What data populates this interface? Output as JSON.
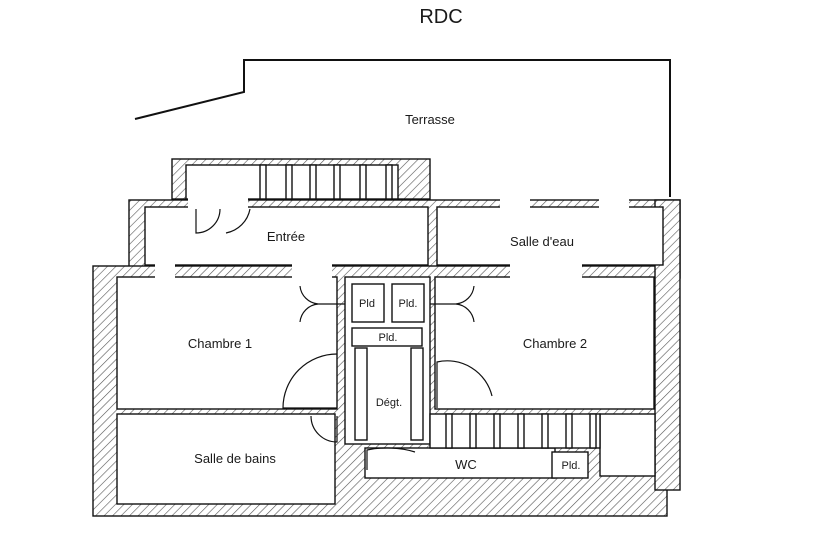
{
  "plan": {
    "title": "RDC",
    "rooms": {
      "terrasse": "Terrasse",
      "entree": "Entrée",
      "salle_eau": "Salle d'eau",
      "chambre1": "Chambre 1",
      "chambre2": "Chambre 2",
      "degt": "Dégt.",
      "salle_bains": "Salle de bains",
      "wc": "WC"
    },
    "placards": {
      "pld_left": "Pld",
      "pld_right": "Pld.",
      "pld_center": "Pld.",
      "pld_wc": "Pld."
    }
  }
}
